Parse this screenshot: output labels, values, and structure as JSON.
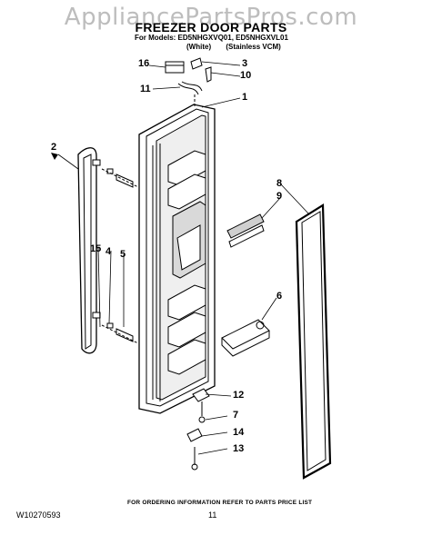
{
  "header": {
    "watermark": "AppliancePartsPros.com",
    "title": "FREEZER DOOR PARTS",
    "models_line": "For Models: ED5NHGXVQ01, ED5NHGXVL01",
    "variant_white": "(White)",
    "variant_stainless": "(Stainless VCM)"
  },
  "callouts": [
    {
      "id": "16",
      "label": "16"
    },
    {
      "id": "3",
      "label": "3"
    },
    {
      "id": "10",
      "label": "10"
    },
    {
      "id": "11",
      "label": "11"
    },
    {
      "id": "1",
      "label": "1"
    },
    {
      "id": "2",
      "label": "2"
    },
    {
      "id": "8",
      "label": "8"
    },
    {
      "id": "9",
      "label": "9"
    },
    {
      "id": "15",
      "label": "15"
    },
    {
      "id": "4",
      "label": "4"
    },
    {
      "id": "5",
      "label": "5"
    },
    {
      "id": "6",
      "label": "6"
    },
    {
      "id": "12",
      "label": "12"
    },
    {
      "id": "7",
      "label": "7"
    },
    {
      "id": "14",
      "label": "14"
    },
    {
      "id": "13",
      "label": "13"
    }
  ],
  "footer": {
    "note": "FOR ORDERING INFORMATION REFER TO PARTS PRICE LIST",
    "doc_code": "W10270593",
    "page_number": "11"
  },
  "colors": {
    "line": "#000000",
    "watermark": "#bdbdbd",
    "shade": "#d9d9d9"
  }
}
